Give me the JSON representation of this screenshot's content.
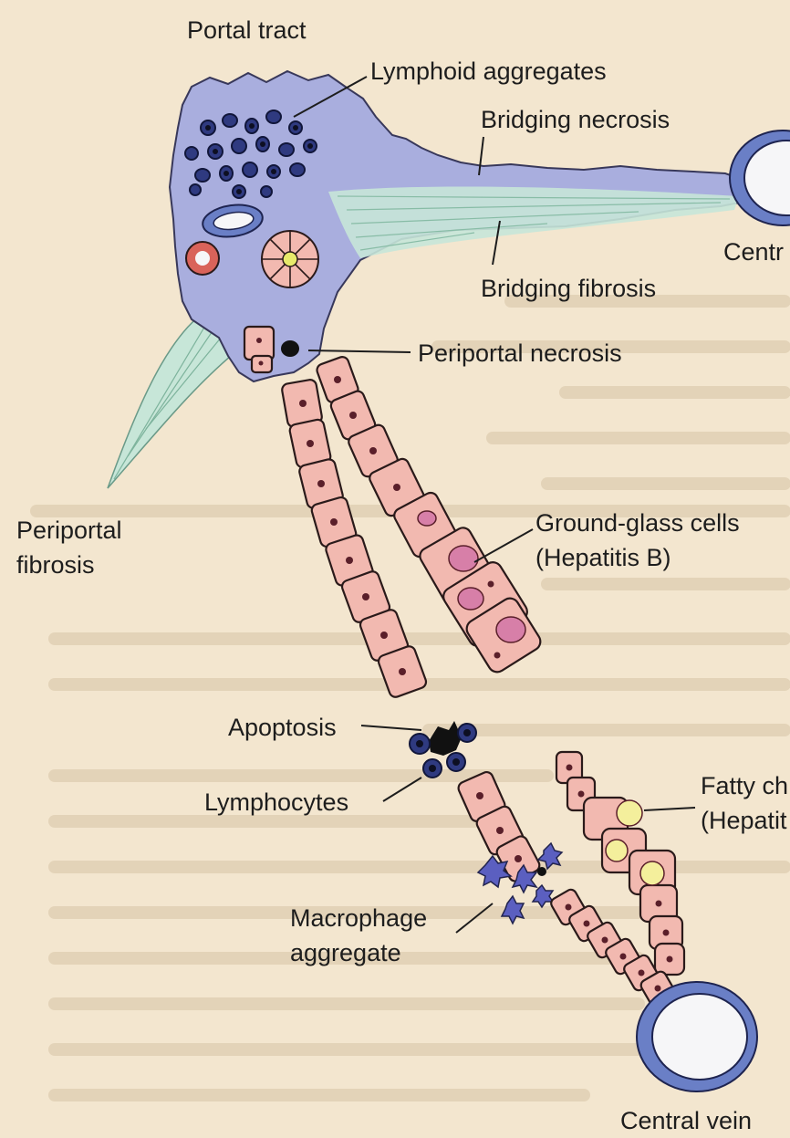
{
  "labels": {
    "portal_tract": "Portal tract",
    "lymphoid_aggregates": "Lymphoid aggregates",
    "bridging_necrosis": "Bridging necrosis",
    "central_top": "Centr",
    "bridging_fibrosis": "Bridging fibrosis",
    "periportal_necrosis": "Periportal necrosis",
    "periportal_fibrosis_1": "Periportal",
    "periportal_fibrosis_2": "fibrosis",
    "ground_glass_1": "Ground-glass cells",
    "ground_glass_2": "(Hepatitis B)",
    "apoptosis": "Apoptosis",
    "lymphocytes": "Lymphocytes",
    "fatty_1": "Fatty ch",
    "fatty_2": "(Hepatit",
    "macrophage_1": "Macrophage",
    "macrophage_2": "aggregate",
    "central_vein": "Central vein"
  },
  "colors": {
    "background": "#f3e6cf",
    "portal_tract": "#a9aede",
    "fibrosis": "#c7e6d8",
    "hepatocyte": "#f2b9b0",
    "ground_glass": "#d77fa8",
    "fat_droplet": "#f4ef9c",
    "lymphocyte": "#2f3a80",
    "vein_wall": "#6a7fc6"
  }
}
